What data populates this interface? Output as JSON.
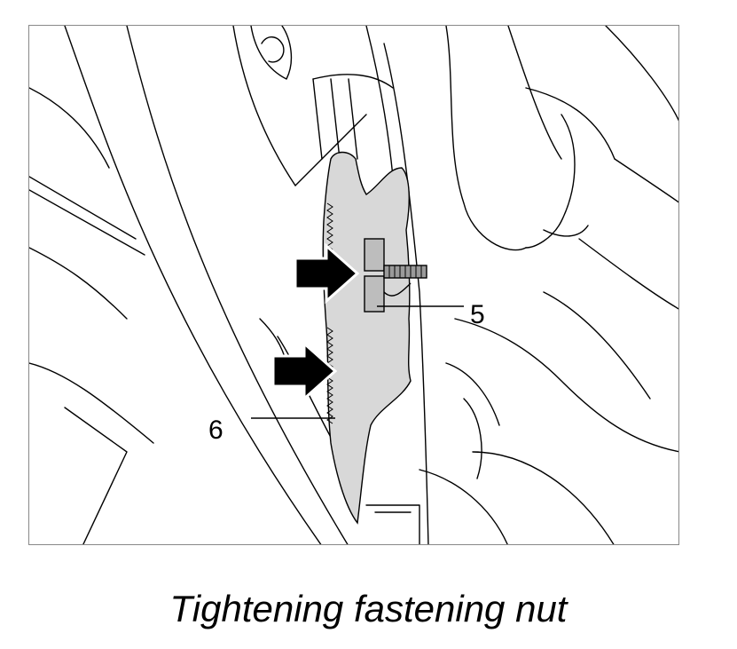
{
  "figure": {
    "callouts": [
      {
        "id": "5",
        "label": "5"
      },
      {
        "id": "6",
        "label": "6"
      }
    ],
    "caption": "Tightening fastening nut",
    "colors": {
      "line": "#000000",
      "part_fill": "#d8d8d8",
      "nut_fill": "#bdbdbd",
      "arrow": "#000000"
    }
  }
}
